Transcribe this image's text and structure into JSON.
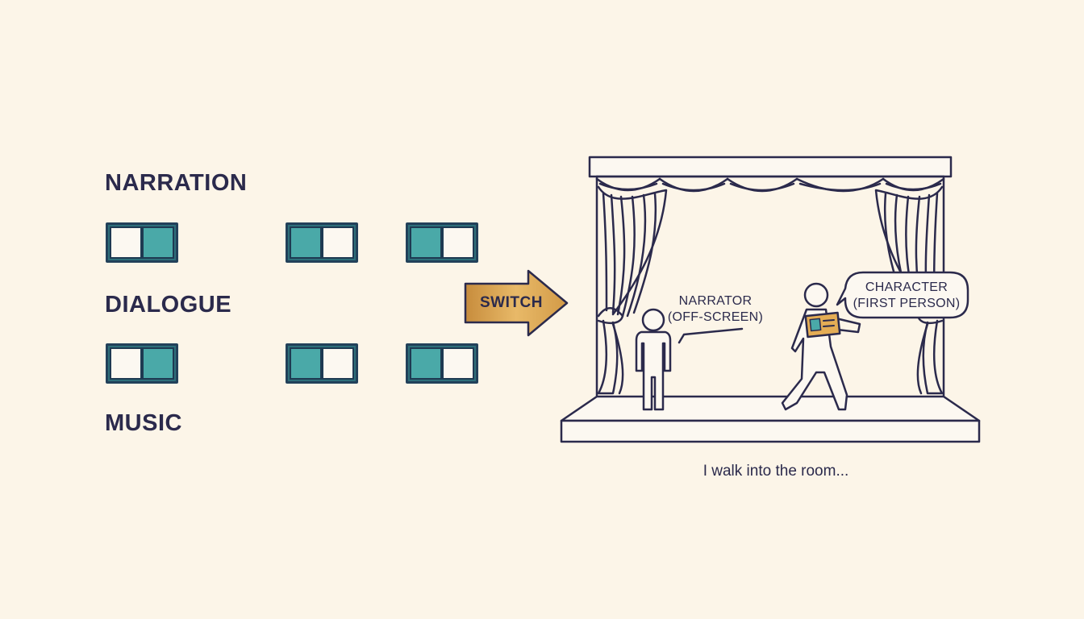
{
  "sections": {
    "narration": "NARRATION",
    "dialogue": "DIALOGUE",
    "music": "MUSIC"
  },
  "toggles": [
    {
      "row": "narration",
      "states": [
        {
          "on": "right"
        },
        {
          "on": "left"
        },
        {
          "on": "left"
        }
      ]
    },
    {
      "row": "dialogue",
      "states": [
        {
          "on": "right"
        },
        {
          "on": "left"
        },
        {
          "on": "left"
        }
      ]
    }
  ],
  "arrow": {
    "label": "SWITCH",
    "icon": "arrow-right-icon"
  },
  "stage": {
    "narrator_line1": "NARRATOR",
    "narrator_line2": "(OFF-SCREEN)",
    "character_line1": "CHARACTER",
    "character_line2": "(FIRST PERSON)",
    "caption": "I walk into the room..."
  },
  "colors": {
    "background": "#fcf5e8",
    "ink": "#2b2a4c",
    "teal": "#4aa9a8",
    "gold": "#d9a650"
  }
}
